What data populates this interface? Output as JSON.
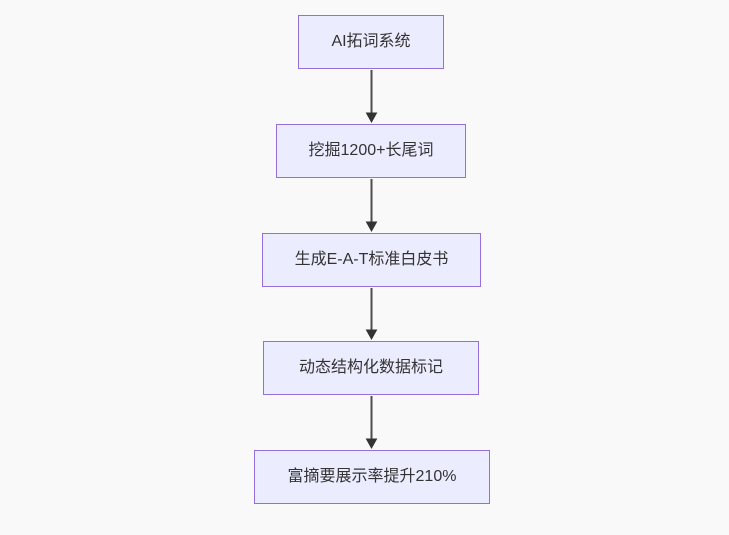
{
  "diagram": {
    "type": "flowchart",
    "direction": "top-down",
    "nodes": [
      {
        "label": "AI拓词系统"
      },
      {
        "label": "挖掘1200+长尾词"
      },
      {
        "label": "生成E-A-T标准白皮书"
      },
      {
        "label": "动态结构化数据标记"
      },
      {
        "label": "富摘要展示率提升210%"
      }
    ],
    "edges": [
      {
        "from": 0,
        "to": 1
      },
      {
        "from": 1,
        "to": 2
      },
      {
        "from": 2,
        "to": 3
      },
      {
        "from": 3,
        "to": 4
      }
    ]
  },
  "colors": {
    "canvas_bg": "#f9f9f9",
    "node_fill": "#ECECFF",
    "node_border": "#9370DB",
    "node_text": "#333333",
    "edge_line": "#4d4d4d",
    "edge_arrow": "#333333"
  }
}
